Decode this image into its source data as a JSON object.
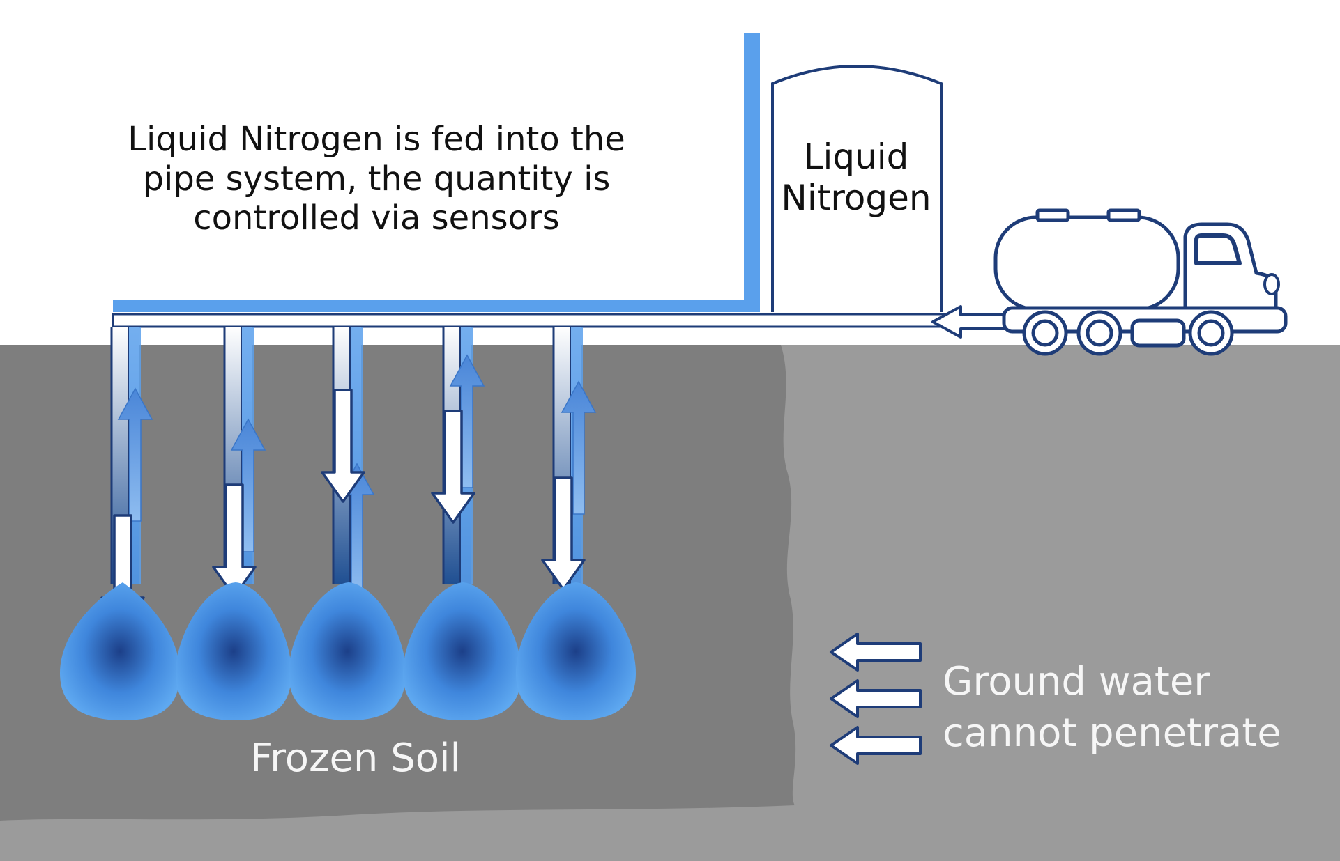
{
  "labels": {
    "description": [
      "Liquid Nitrogen is fed into the",
      "pipe system, the quantity is",
      "controlled via sensors"
    ],
    "tank": [
      "Liquid",
      "Nitrogen"
    ],
    "frozen_soil": "Frozen Soil",
    "ground_water": [
      "Ground water",
      "cannot penetrate"
    ]
  },
  "colors": {
    "pipe_blue": "#5aa0ec",
    "deep_blue": "#1f4f92",
    "outline_navy": "#1e3c78",
    "frozen_soil_gray": "#7e7e7e",
    "ground_gray": "#9b9b9b",
    "ice_light": "#5ea8f0",
    "ice_dark": "#1c3f88"
  },
  "probes": [
    {
      "id": "probe-1",
      "flow_down_arrow": "white-down-arrow",
      "flow_up_arrow": "blue-up-arrow"
    },
    {
      "id": "probe-2",
      "flow_down_arrow": "white-down-arrow",
      "flow_up_arrow": "blue-up-arrow"
    },
    {
      "id": "probe-3",
      "flow_down_arrow": "white-down-arrow",
      "flow_up_arrow": "blue-up-arrow"
    },
    {
      "id": "probe-4",
      "flow_down_arrow": "white-down-arrow",
      "flow_up_arrow": "blue-up-arrow"
    },
    {
      "id": "probe-5",
      "flow_down_arrow": "white-down-arrow",
      "flow_up_arrow": "blue-up-arrow"
    }
  ],
  "icons": [
    "nitrogen-tank-icon",
    "tanker-truck-icon",
    "inflow-arrow-icon",
    "groundwater-arrow-icon"
  ]
}
